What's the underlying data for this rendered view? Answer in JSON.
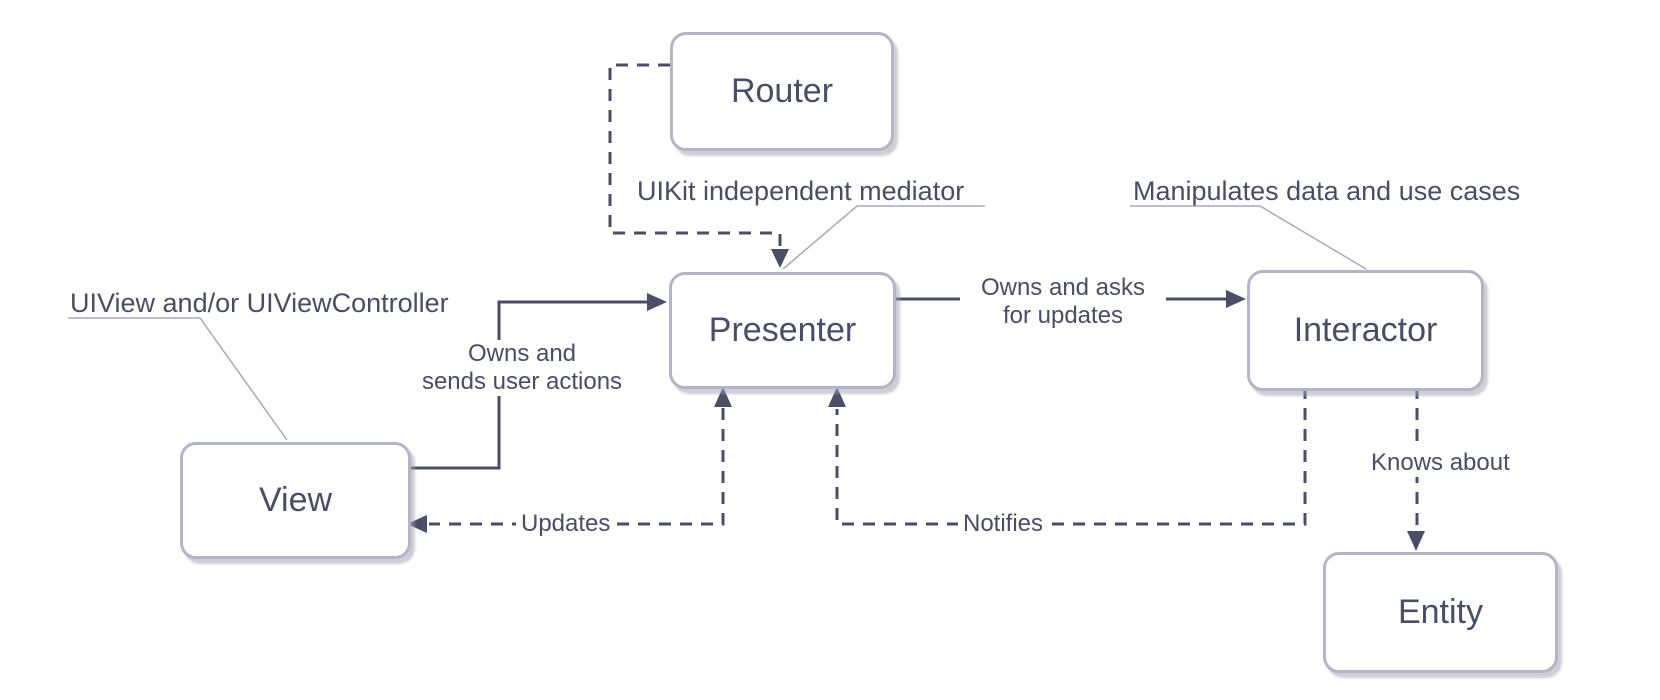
{
  "colors": {
    "line": "#4b4e66",
    "text": "#4a4d66",
    "box_border": "#b4b4c7",
    "box_fill": "#ffffff",
    "box_shadow": "#9e9eaf",
    "leader": "#a9a9bd",
    "background": "#ffffff"
  },
  "nodes": {
    "router": {
      "label": "Router"
    },
    "presenter": {
      "label": "Presenter"
    },
    "interactor": {
      "label": "Interactor"
    },
    "view": {
      "label": "View"
    },
    "entity": {
      "label": "Entity"
    }
  },
  "annotations": {
    "uiview": "UIView and/or UIViewController",
    "uikit": "UIKit independent mediator",
    "manipulates": "Manipulates data and use cases"
  },
  "edge_labels": {
    "owns_sends": {
      "line1": "Owns and",
      "line2": "sends user actions"
    },
    "owns_asks": {
      "line1": "Owns and asks",
      "line2": "for updates"
    },
    "updates": "Updates",
    "notifies": "Notifies",
    "knows_about": "Knows about"
  }
}
